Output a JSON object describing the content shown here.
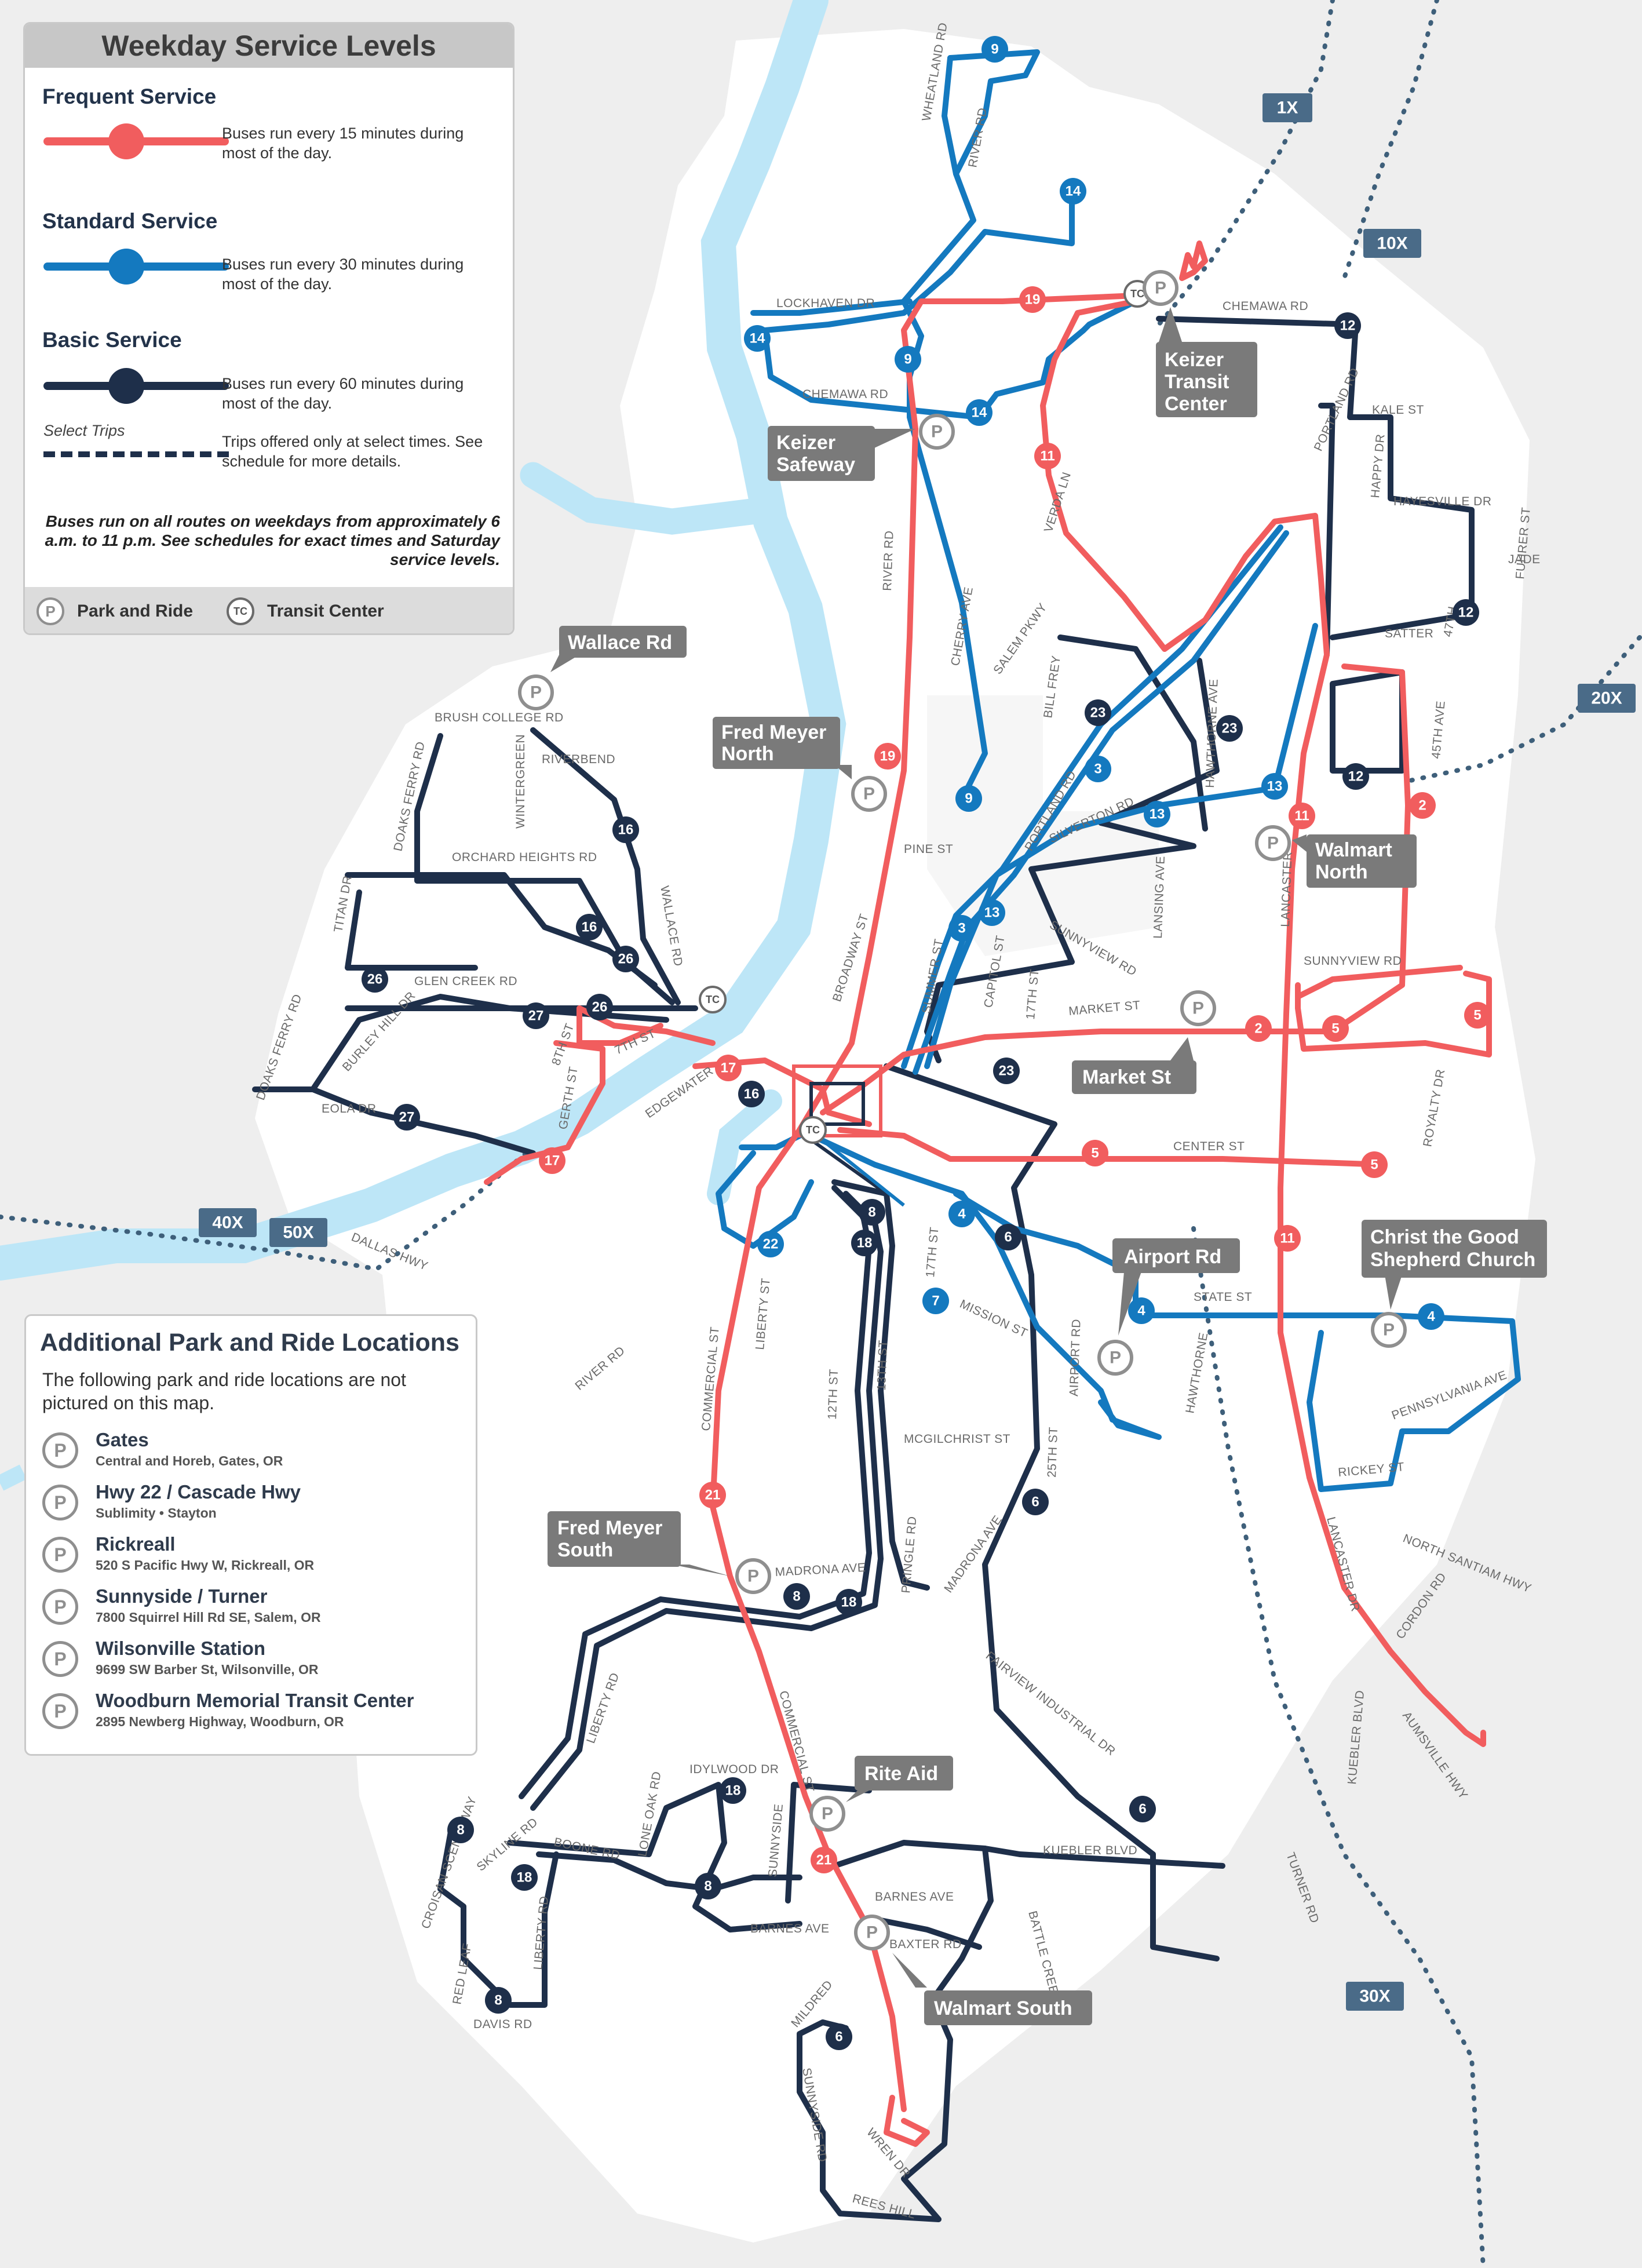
{
  "legend": {
    "title": "Weekday Service Levels",
    "frequent": {
      "name": "Frequent Service",
      "desc": "Buses run every 15 minutes during most of the day.",
      "color": "#f15d5e"
    },
    "standard": {
      "name": "Standard Service",
      "desc": "Buses run every 30 minutes during most of the day.",
      "color": "#1479bf"
    },
    "basic": {
      "name": "Basic Service",
      "desc": "Buses run every 60 minutes during most of the day.",
      "color": "#1e2f4a"
    },
    "select": {
      "name": "Select Trips",
      "desc": "Trips offered only at select times. See schedule for more details."
    },
    "note": "Buses run on all routes on weekdays from approximately 6 a.m. to 11 p.m. See schedules for exact times and Saturday service levels.",
    "park_ride_label": "Park and Ride",
    "park_ride_icon": "P",
    "transit_center_label": "Transit Center",
    "transit_center_icon": "TC"
  },
  "additional": {
    "title": "Additional Park and Ride Locations",
    "intro": "The following park and ride locations are not pictured on this map.",
    "items": [
      {
        "name": "Gates",
        "addr": "Central and Horeb, Gates, OR"
      },
      {
        "name": "Hwy 22 / Cascade Hwy",
        "addr": "Sublimity • Stayton"
      },
      {
        "name": "Rickreall",
        "addr": "520 S Pacific Hwy W, Rickreall, OR"
      },
      {
        "name": "Sunnyside / Turner",
        "addr": "7800 Squirrel Hill Rd SE, Salem, OR"
      },
      {
        "name": "Wilsonville Station",
        "addr": "9699 SW Barber St, Wilsonville, OR"
      },
      {
        "name": "Woodburn Memorial Transit Center",
        "addr": "2895 Newberg Highway, Woodburn, OR"
      }
    ]
  },
  "callouts": {
    "keizer_tc": [
      "Keizer",
      "Transit",
      "Center"
    ],
    "keizer_safeway": [
      "Keizer",
      "Safeway"
    ],
    "wallace": [
      "Wallace Rd"
    ],
    "fm_north": [
      "Fred Meyer",
      "North"
    ],
    "walmart_north": [
      "Walmart",
      "North"
    ],
    "market": [
      "Market St"
    ],
    "airport": [
      "Airport Rd"
    ],
    "christ": [
      "Christ the Good",
      "Shepherd Church"
    ],
    "fm_south": [
      "Fred Meyer",
      "South"
    ],
    "rite_aid": [
      "Rite Aid"
    ],
    "walmart_south": [
      "Walmart South"
    ]
  },
  "express": {
    "x1": "1X",
    "x10": "10X",
    "x20": "20X",
    "x30": "30X",
    "x40": "40X",
    "x50": "50X"
  },
  "streets": {
    "wheatland": "WHEATLAND RD",
    "river_n": "RIVER RD",
    "lockhaven": "LOCKHAVEN DR",
    "chemawa_w": "CHEMAWA RD",
    "chemawa_e": "CHEMAWA RD",
    "portland_n": "PORTLAND RD",
    "kale": "KALE ST",
    "happy": "HAPPY DR",
    "hayesville": "HAYESVILLE DR",
    "jade": "JADE",
    "fuhrer": "FUHRER ST",
    "verda": "VERDA LN",
    "river_m": "RIVER RD",
    "cherry": "CHERRY AVE",
    "salem_pkwy": "SALEM PKWY",
    "bill_frey": "BILL FREY",
    "satter": "SATTER",
    "st47": "47TH",
    "ave45": "45TH AVE",
    "brush": "BRUSH COLLEGE RD",
    "riverbend": "RIVERBEND",
    "wintergreen": "WINTERGREEN",
    "doaks": "DOAKS FERRY RD",
    "orchard": "ORCHARD HEIGHTS RD",
    "titan": "TITAN DR",
    "wallace_rd": "WALLACE RD",
    "glen": "GLEN CREEK RD",
    "doaks2": "DOAKS FERRY RD",
    "burley": "BURLEY HILL DR",
    "eola": "EOLA DR",
    "st8": "8TH ST",
    "st7": "7TH ST",
    "gerth": "GERTH ST",
    "edgewater": "EDGEWATER",
    "broadway": "BROADWAY ST",
    "pine": "PINE ST",
    "portland_m": "PORTLAND RD",
    "silverton": "SILVERTON RD",
    "hawthorne_n": "HAWTHORNE AVE",
    "lansing": "LANSING AVE",
    "lancaster_n": "LANCASTER",
    "sunnyview_w": "SUNNYVIEW RD",
    "sunnyview_e": "SUNNYVIEW RD",
    "summer": "SUMMER ST",
    "capitol": "CAPITOL ST",
    "st17n": "17TH ST",
    "market": "MARKET ST",
    "royalty": "ROYALTY DR",
    "center": "CENTER ST",
    "dallas": "DALLAS HWY",
    "state": "STATE ST",
    "st17s": "17TH ST",
    "mission": "MISSION ST",
    "airport_rd": "AIRPORT RD",
    "hawthorne_s": "HAWTHORNE",
    "penn": "PENNSYLVANIA AVE",
    "rickey": "RICKEY ST",
    "river_s": "RIVER RD",
    "commercial_n": "COMMERCIAL ST",
    "liberty_n": "LIBERTY ST",
    "st12": "12TH ST",
    "st13": "13TH ST",
    "mcgilchrist": "MCGILCHRIST ST",
    "st25": "25TH ST",
    "pringle": "PRINGLE RD",
    "madrona_w": "MADRONA AVE",
    "madrona_e": "MADRONA AVE",
    "fairview": "FAIRVIEW INDUSTRIAL DR",
    "lancaster_s": "LANCASTER DR",
    "north_santiam": "NORTH SANTIAM HWY",
    "cordon": "CORDON RD",
    "kuebler_blvd": "KUEBLER BLVD",
    "aumsville": "AUMSVILLE HWY",
    "liberty_s": "LIBERTY RD",
    "commercial_s": "COMMERCIAL ST",
    "idylwood": "IDYLWOOD DR",
    "lone_oak": "LONE OAK RD",
    "sunnyside_n": "SUNNYSIDE",
    "croisan": "CROISAN SCENIC WAY",
    "skyline": "SKYLINE RD",
    "boone": "BOONE RD",
    "kuebler_e": "KUEBLER BLVD",
    "barnes_e": "BARNES AVE",
    "barnes_w": "BARNES AVE",
    "battle_creek": "BATTLE CREEK",
    "baxter": "BAXTER RD",
    "red_leaf": "RED LEAF",
    "liberty_rd2": "LIBERTY RD",
    "davis": "DAVIS RD",
    "mildred": "MILDRED",
    "sunnyside_s": "SUNNYSIDE RD",
    "wren": "WREN DR",
    "rees": "REES HILL",
    "turner": "TURNER RD",
    "kuebler_s": "KUEBLER BLVD"
  },
  "routes": {
    "r1": "9",
    "r2": "9",
    "r3": "9",
    "r4": "14",
    "r5": "14",
    "r6": "14",
    "r7": "19",
    "r8": "19",
    "r9": "11",
    "r10": "11",
    "r11": "11",
    "r12": "12",
    "r13": "12",
    "r14": "12",
    "r15": "16",
    "r16": "16",
    "r17": "26",
    "r18": "26",
    "r19": "26",
    "r20": "27",
    "r21": "27",
    "r22": "17",
    "r23": "17",
    "r24": "16",
    "r25": "23",
    "r26": "23",
    "r27": "23",
    "r28": "3",
    "r29": "3",
    "r30": "13",
    "r31": "13",
    "r32": "13",
    "r33": "2",
    "r34": "2",
    "r35": "5",
    "r36": "5",
    "r37": "5",
    "r38": "5",
    "r39": "22",
    "r40": "8",
    "r41": "18",
    "r42": "4",
    "r43": "4",
    "r44": "4",
    "r45": "6",
    "r46": "6",
    "r47": "6",
    "r48": "7",
    "r49": "21",
    "r50": "21",
    "r51": "8",
    "r52": "18",
    "r53": "18",
    "r54": "8",
    "r55": "18",
    "r56": "8",
    "r57": "8",
    "r58": "6"
  }
}
